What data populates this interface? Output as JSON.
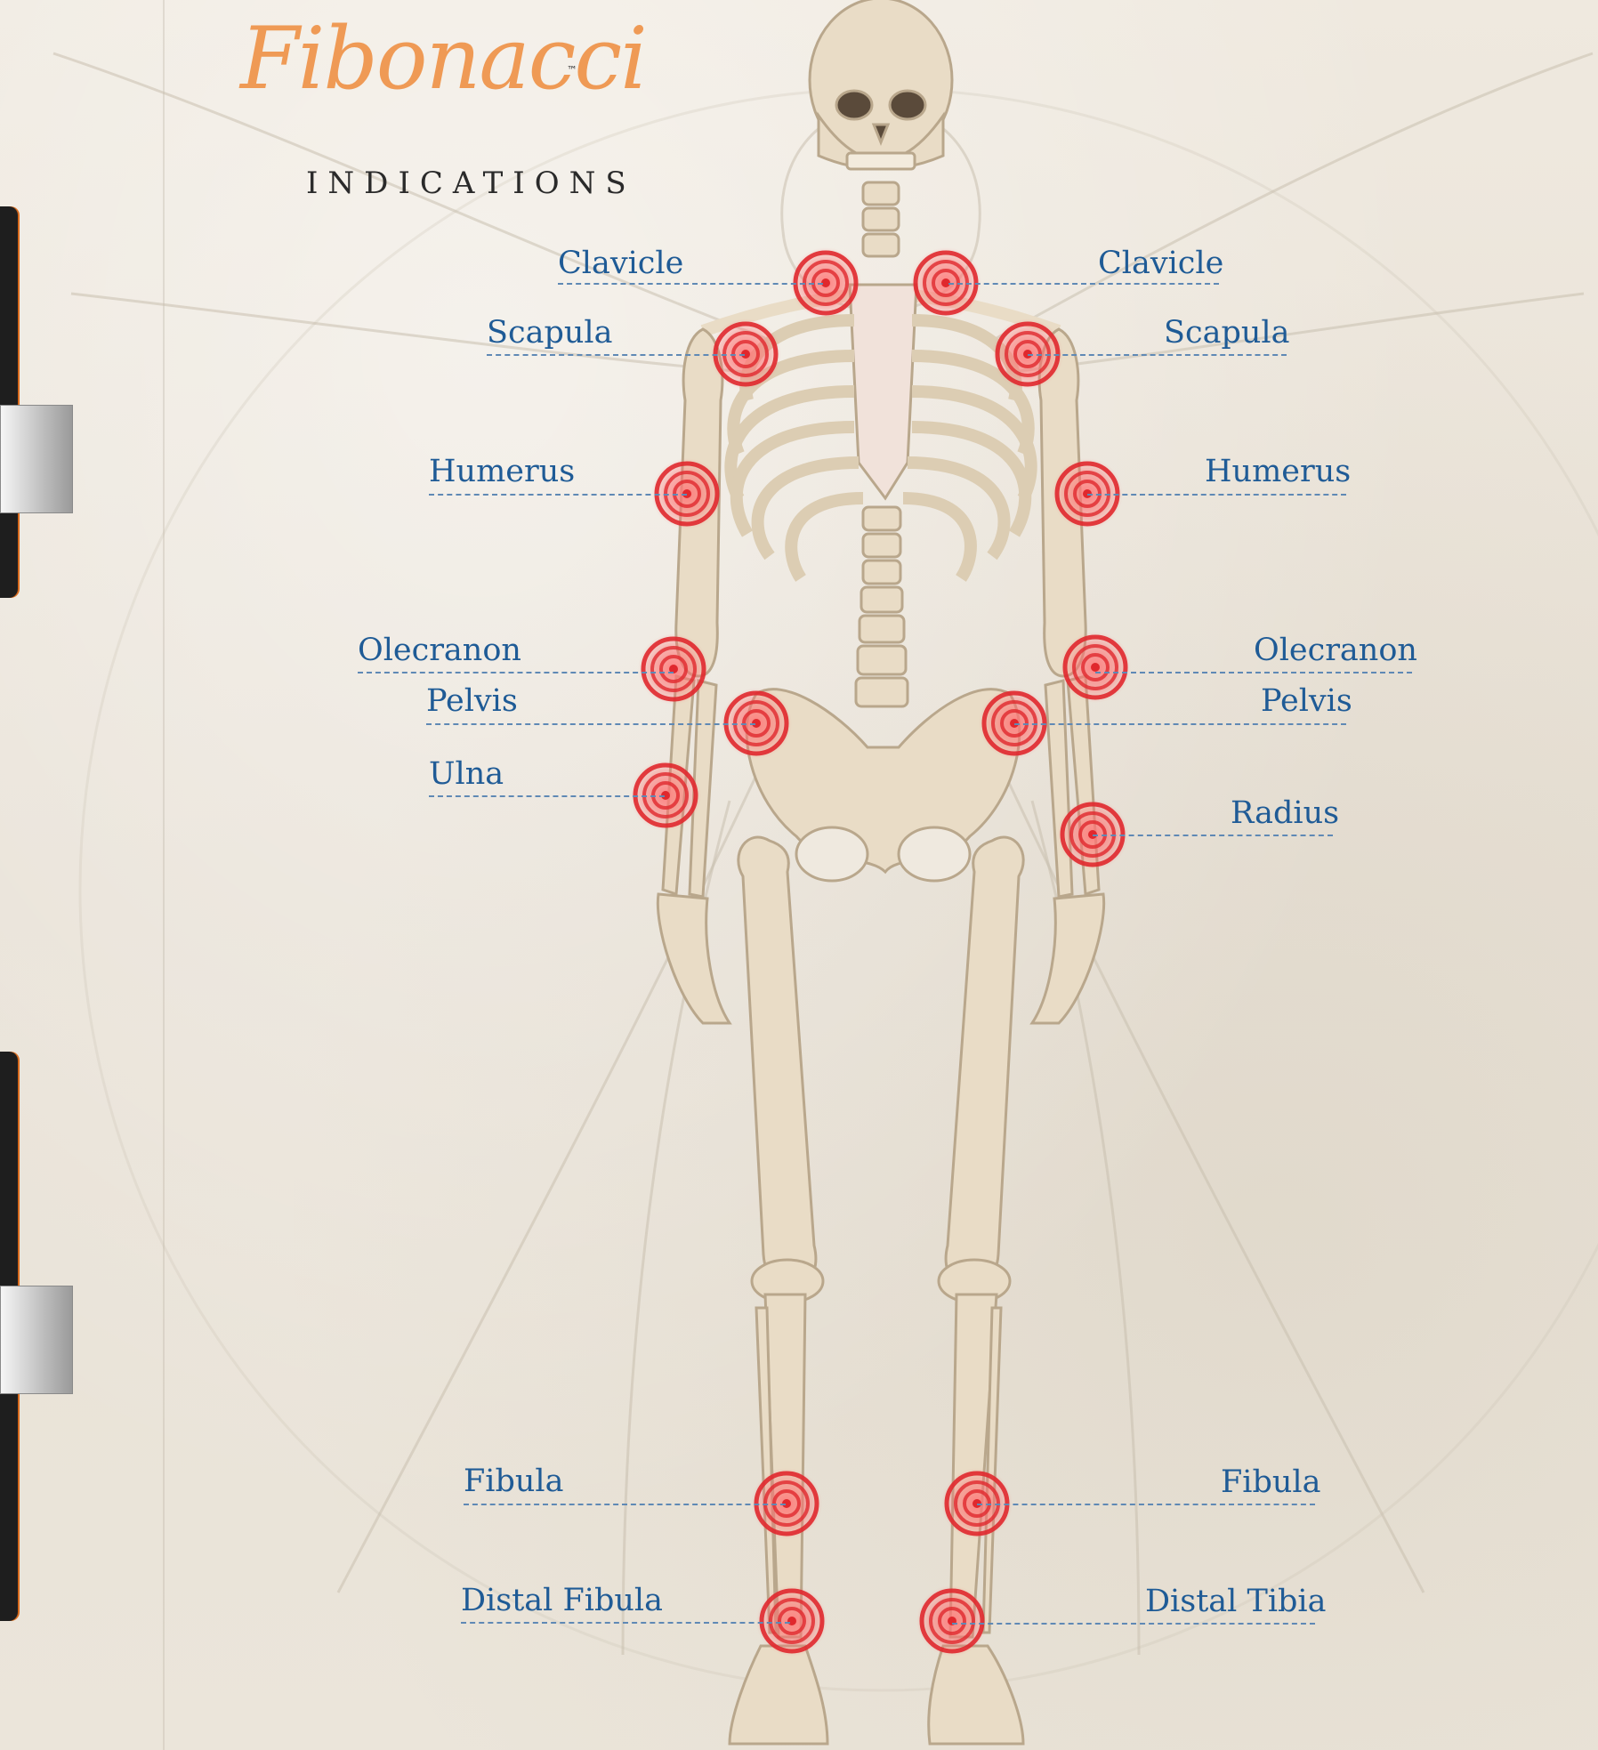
{
  "brand": {
    "logo_text": "Fibonacci",
    "trademark": "™",
    "subtitle": "INDICATIONS"
  },
  "colors": {
    "label": "#1f5b96",
    "target": "#e0282d",
    "logo": "#ef9a55",
    "bone": "#e9dcc6"
  },
  "labels": {
    "l_clavicle": "Clavicle",
    "r_clavicle": "Clavicle",
    "l_scapula": "Scapula",
    "r_scapula": "Scapula",
    "l_humerus": "Humerus",
    "r_humerus": "Humerus",
    "l_olecranon": "Olecranon",
    "r_olecranon": "Olecranon",
    "l_pelvis": "Pelvis",
    "r_pelvis": "Pelvis",
    "l_ulna": "Ulna",
    "r_radius": "Radius",
    "l_fibula": "Fibula",
    "r_fibula": "Fibula",
    "l_distal_fibula": "Distal Fibula",
    "r_distal_tibia": "Distal Tibia"
  }
}
